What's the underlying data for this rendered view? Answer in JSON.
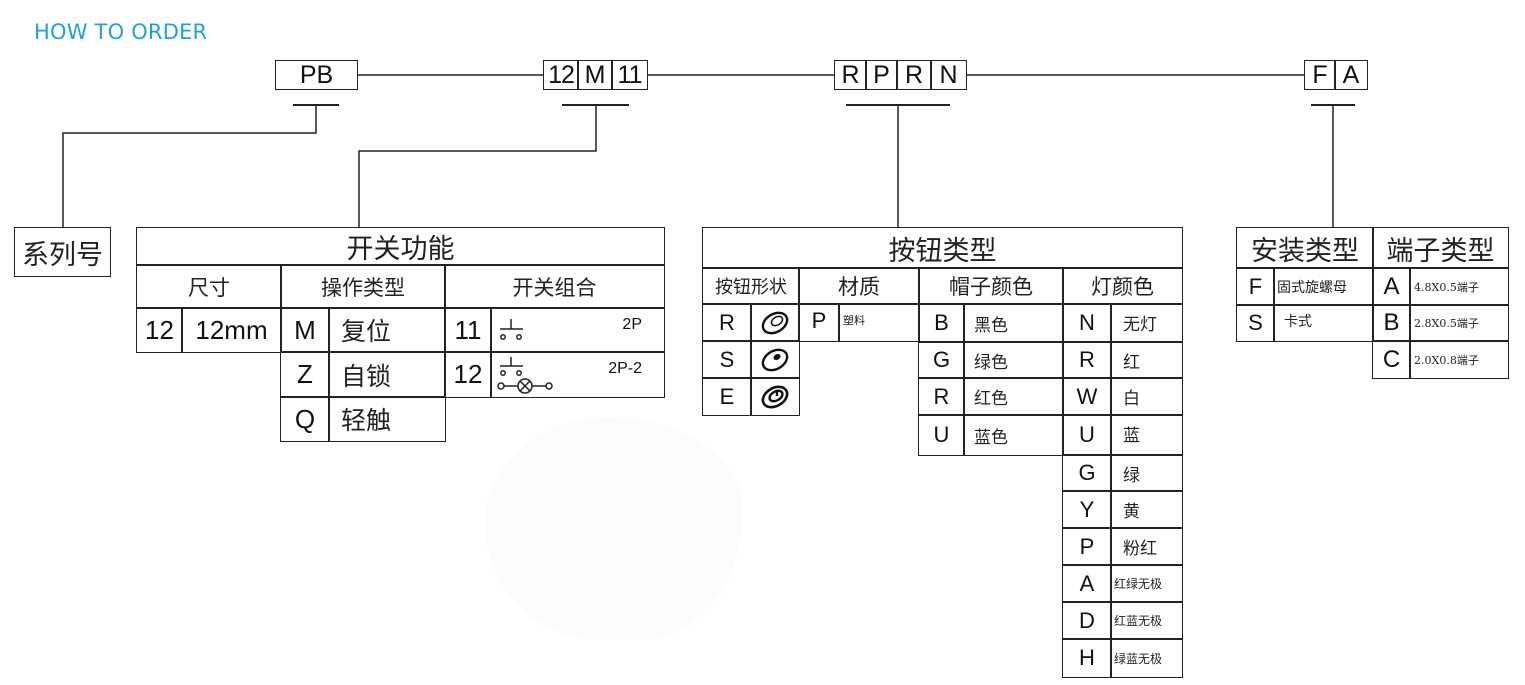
{
  "title": "HOW TO ORDER",
  "colors": {
    "title": "#1fa2dc",
    "line": "#222222"
  },
  "code_boxes": {
    "series": [
      "PB"
    ],
    "function": [
      "12",
      "M",
      "11"
    ],
    "button": [
      "R",
      "P",
      "R",
      "N"
    ],
    "install": [
      "F",
      "A"
    ]
  },
  "series_label": "系列号",
  "switch_function": {
    "header": "开关功能",
    "size": {
      "header": "尺寸",
      "rows": [
        {
          "code": "12",
          "desc": "12mm"
        }
      ]
    },
    "operation": {
      "header": "操作类型",
      "rows": [
        {
          "code": "M",
          "desc": "复位"
        },
        {
          "code": "Z",
          "desc": "自锁"
        },
        {
          "code": "Q",
          "desc": "轻触"
        }
      ]
    },
    "combination": {
      "header": "开关组合",
      "rows": [
        {
          "code": "11",
          "symbol": "push-switch-symbol",
          "desc": "2P"
        },
        {
          "code": "12",
          "symbol": "push-switch-lamp-symbol",
          "desc": "2P-2"
        }
      ]
    }
  },
  "button_type": {
    "header": "按钮类型",
    "shape": {
      "header": "按钮形状",
      "rows": [
        {
          "code": "R",
          "icon": "round-flat-button-icon"
        },
        {
          "code": "S",
          "icon": "round-dot-button-icon"
        },
        {
          "code": "E",
          "icon": "round-ring-button-icon"
        }
      ]
    },
    "material": {
      "header": "材质",
      "rows": [
        {
          "code": "P",
          "desc": "塑料"
        }
      ]
    },
    "cap_color": {
      "header": "帽子颜色",
      "rows": [
        {
          "code": "B",
          "desc": "黑色"
        },
        {
          "code": "G",
          "desc": "绿色"
        },
        {
          "code": "R",
          "desc": "红色"
        },
        {
          "code": "U",
          "desc": "蓝色"
        }
      ]
    },
    "light_color": {
      "header": "灯颜色",
      "rows": [
        {
          "code": "N",
          "desc": "无灯"
        },
        {
          "code": "R",
          "desc": "红"
        },
        {
          "code": "W",
          "desc": "白"
        },
        {
          "code": "U",
          "desc": "蓝"
        },
        {
          "code": "G",
          "desc": "绿"
        },
        {
          "code": "Y",
          "desc": "黄"
        },
        {
          "code": "P",
          "desc": "粉红"
        },
        {
          "code": "A",
          "desc": "红绿无极"
        },
        {
          "code": "D",
          "desc": "红蓝无极"
        },
        {
          "code": "H",
          "desc": "绿蓝无极"
        }
      ]
    }
  },
  "install_type": {
    "header": "安装类型",
    "rows": [
      {
        "code": "F",
        "desc": "固式旋螺母"
      },
      {
        "code": "S",
        "desc": "卡式"
      }
    ]
  },
  "terminal_type": {
    "header": "端子类型",
    "rows": [
      {
        "code": "A",
        "desc": "4.8X0.5端子"
      },
      {
        "code": "B",
        "desc": "2.8X0.5端子"
      },
      {
        "code": "C",
        "desc": "2.0X0.8端子"
      }
    ]
  }
}
